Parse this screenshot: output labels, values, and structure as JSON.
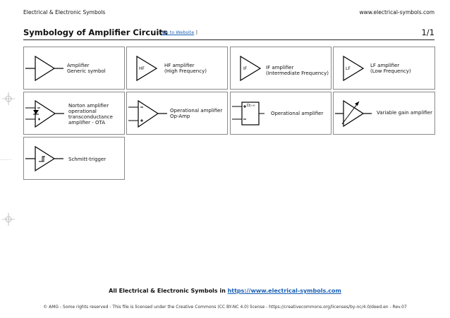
{
  "header": {
    "left_text": "Electrical & Electronic Symbols",
    "right_text": "www.electrical-symbols.com"
  },
  "title": {
    "text": "Symbology of Amplifier Circuits",
    "goto_open": "[",
    "goto_link": "Go to Website",
    "goto_close": "]",
    "page": "1/1"
  },
  "symbols": [
    {
      "label": "Amplifier\nGeneric symbol",
      "inner": ""
    },
    {
      "label": "HF amplifier\n(High Frequency)",
      "inner": "HF"
    },
    {
      "label": "IF amplifier\n(Intermediate Frequency)",
      "inner": "IF"
    },
    {
      "label": "LF amplifier\n(Low Frequency)",
      "inner": "LF"
    },
    {
      "label": "Norton amplifier\noperational\ntransconductance\namplifier - OTA",
      "inner": ""
    },
    {
      "label": "Operational amplifier\nOp-Amp",
      "inner": ""
    },
    {
      "label": "Operational amplifier",
      "inner": "D▷∞"
    },
    {
      "label": "Variable gain amplifier",
      "inner": ""
    },
    {
      "label": "Schmitt-trigger",
      "inner": ""
    }
  ],
  "footer": {
    "main_prefix": "All Electrical & Electronic Symbols in ",
    "main_link": "https://www.electrical-symbols.com",
    "license": "© AMG - Some rights reserved - This file is licensed under the Creative Commons (CC BY-NC 4.0) license - https://creativecommons.org/licenses/by-nc/4.0/deed.en - Rev.07"
  },
  "margin_dots": "·······"
}
